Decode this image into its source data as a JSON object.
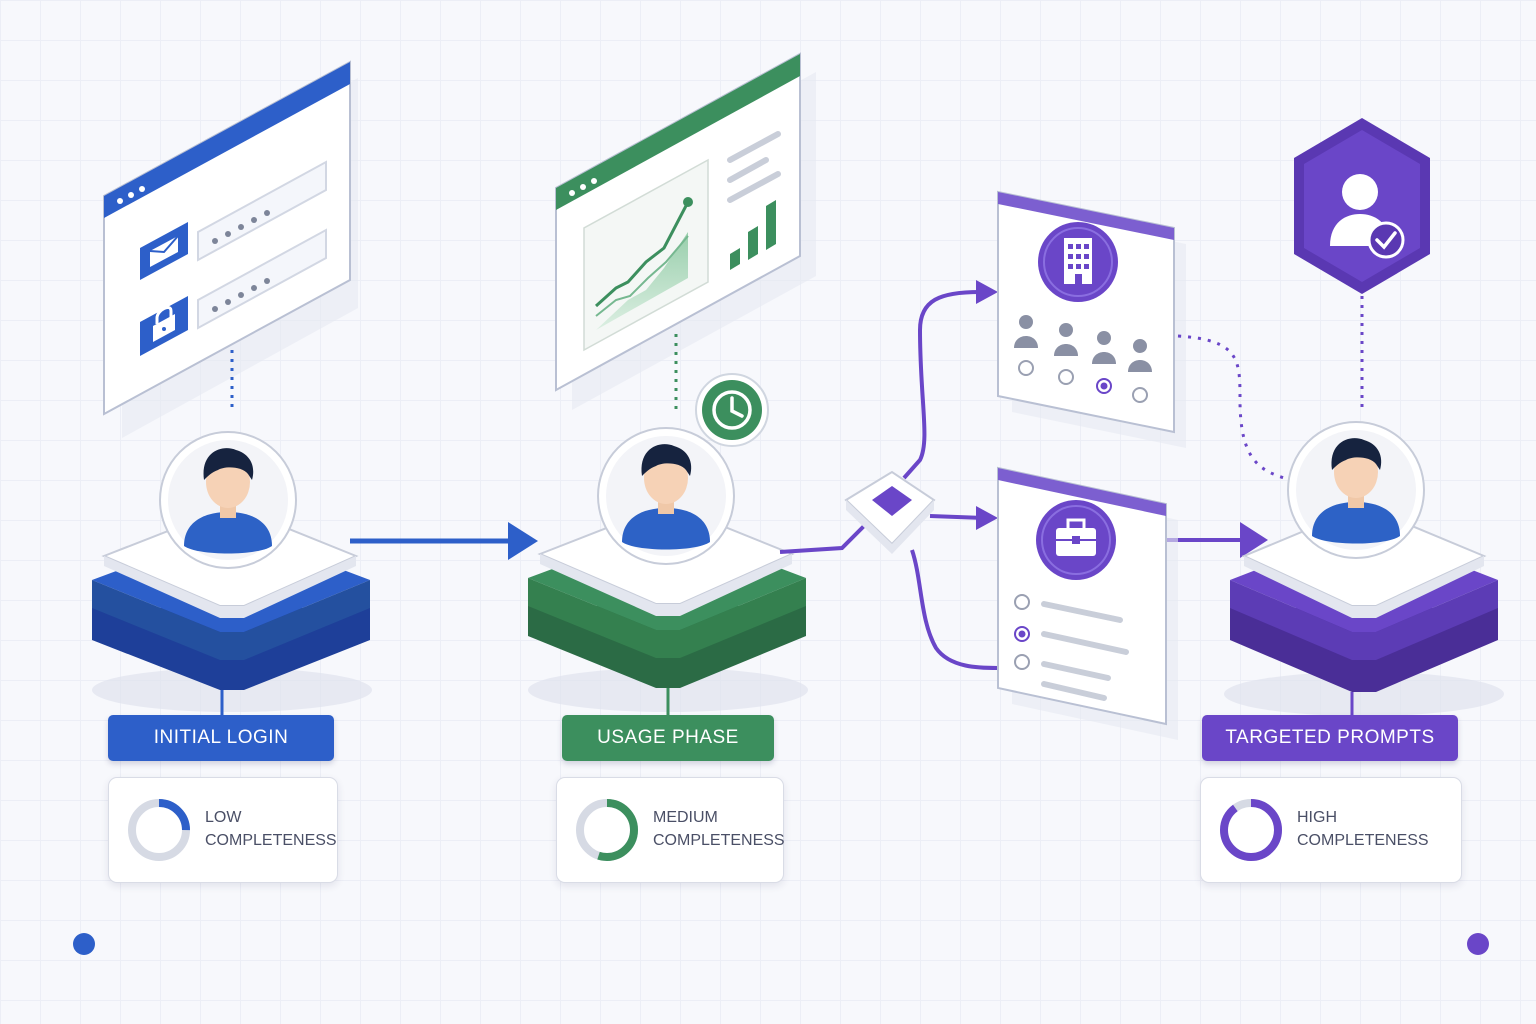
{
  "stages": [
    {
      "label": "Initial Login",
      "completeness_line1": "Low",
      "completeness_line2": "Completeness",
      "completeness_fraction": 0.25,
      "color": "#2d5fc9"
    },
    {
      "label": "Usage Phase",
      "completeness_line1": "Medium",
      "completeness_line2": "Completeness",
      "completeness_fraction": 0.55,
      "color": "#3c8f5e"
    },
    {
      "label": "Targeted Prompts",
      "completeness_line1": "High",
      "completeness_line2": "Completeness",
      "completeness_fraction": 0.9,
      "color": "#6a46c8"
    }
  ],
  "colors": {
    "blue": "#2d5fc9",
    "green": "#3c8f5e",
    "purple": "#6a46c8",
    "ring_track": "#d6dae4"
  },
  "icons": [
    "envelope-icon",
    "lock-icon",
    "line-chart-icon",
    "bar-chart-icon",
    "clock-icon",
    "building-icon",
    "people-icon",
    "briefcase-icon",
    "verified-user-shield-icon",
    "user-avatar-icon"
  ]
}
